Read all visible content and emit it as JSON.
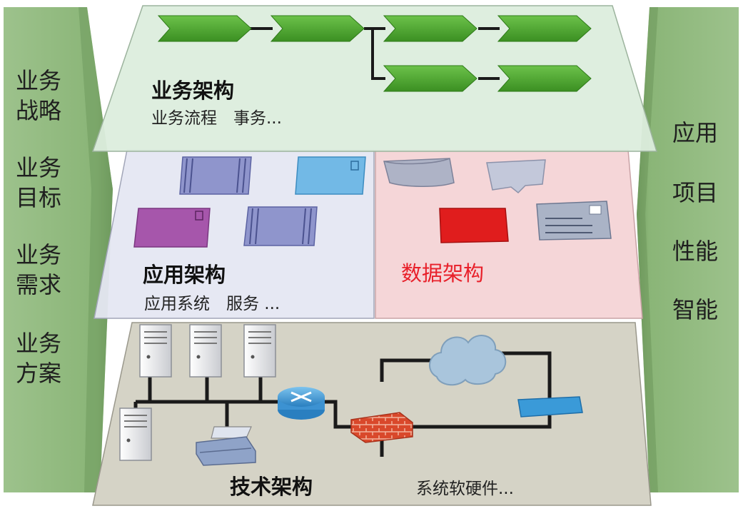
{
  "left_pillar": {
    "items": [
      {
        "line1": "业务",
        "line2": "战略"
      },
      {
        "line1": "业务",
        "line2": "目标"
      },
      {
        "line1": "业务",
        "line2": "需求"
      },
      {
        "line1": "业务",
        "line2": "方案"
      }
    ]
  },
  "right_pillar": {
    "items": [
      "应用",
      "项目",
      "性能",
      "智能"
    ]
  },
  "business_layer": {
    "title": "业务架构",
    "subtitle": "业务流程　事务..."
  },
  "application_layer": {
    "title": "应用架构",
    "subtitle": "应用系统　服务 ..."
  },
  "data_layer": {
    "title": "数据架构",
    "title_color": "#e8202a"
  },
  "technology_layer": {
    "title": "技术架构",
    "subtitle": "系统软硬件..."
  },
  "colors": {
    "pillar_green": "#8db67b",
    "business_fill": "#dceddd",
    "application_fill": "#e5e7f2",
    "data_fill": "#f4d4d6",
    "technology_fill": "#d5d3c6",
    "arrow_green": "#4eab2e"
  },
  "icons": [
    "process-arrow-icon",
    "component-icon",
    "database-icon",
    "document-icon",
    "table-icon",
    "form-icon",
    "server-icon",
    "router-icon",
    "printer-icon",
    "firewall-icon",
    "cloud-icon",
    "switch-icon"
  ]
}
